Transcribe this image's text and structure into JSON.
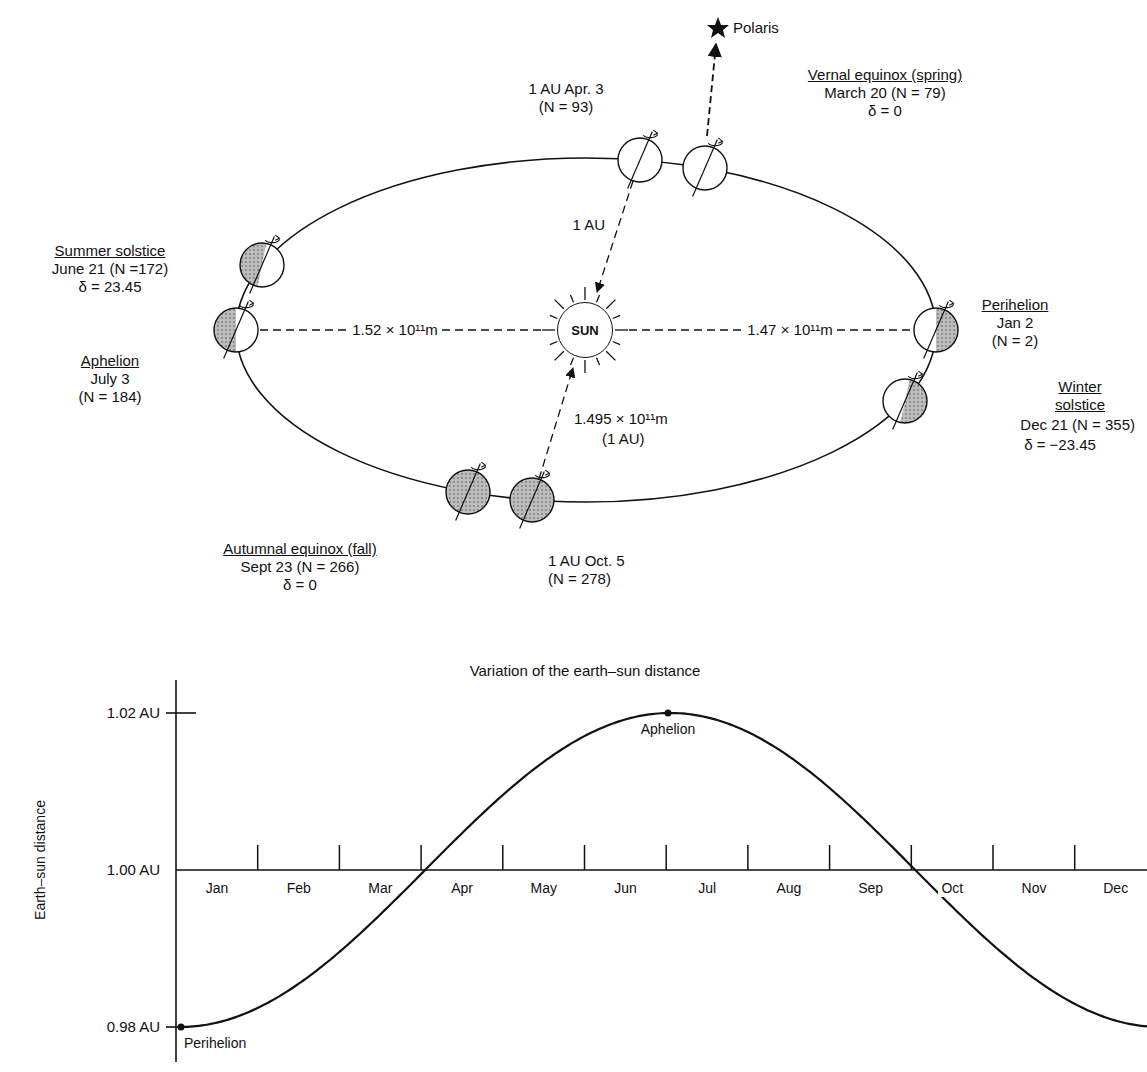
{
  "diagram": {
    "nodes": [
      {
        "text": [
          "SUN"
        ]
      }
    ],
    "labels": [
      "Polaris",
      "1 AU Apr. 3",
      "(N = 93)",
      "Vernal equinox (spring)",
      "March 20 (N = 79)",
      "δ = 0",
      "1 AU",
      "Summer solstice",
      "June 21 (N =172)",
      "δ = 23.45",
      "1.52 × 10¹¹m",
      "1.47 × 10¹¹m",
      "Perihelion",
      "Jan 2",
      "(N = 2)",
      "Aphelion",
      "July 3",
      "(N = 184)",
      "1.495 × 10¹¹m",
      "(1 AU)",
      "Winter solstice",
      "Dec 21 (N = 355)",
      "δ = −23.45",
      "Autumnal equinox (fall)",
      "Sept 23 (N = 266)",
      "δ = 0",
      "1 AU Oct. 5",
      "(N = 278)",
      "Variation of the earth–sun distance",
      "1.02 AU",
      "1.00 AU",
      "0.98 AU",
      "Earth–sun distance",
      "Jan",
      "Feb",
      "Mar",
      "Apr",
      "May",
      "Jun",
      "Jul",
      "Aug",
      "Sep",
      "Oct",
      "Nov",
      "Dec",
      "Aphelion",
      "Perihelion"
    ]
  }
}
